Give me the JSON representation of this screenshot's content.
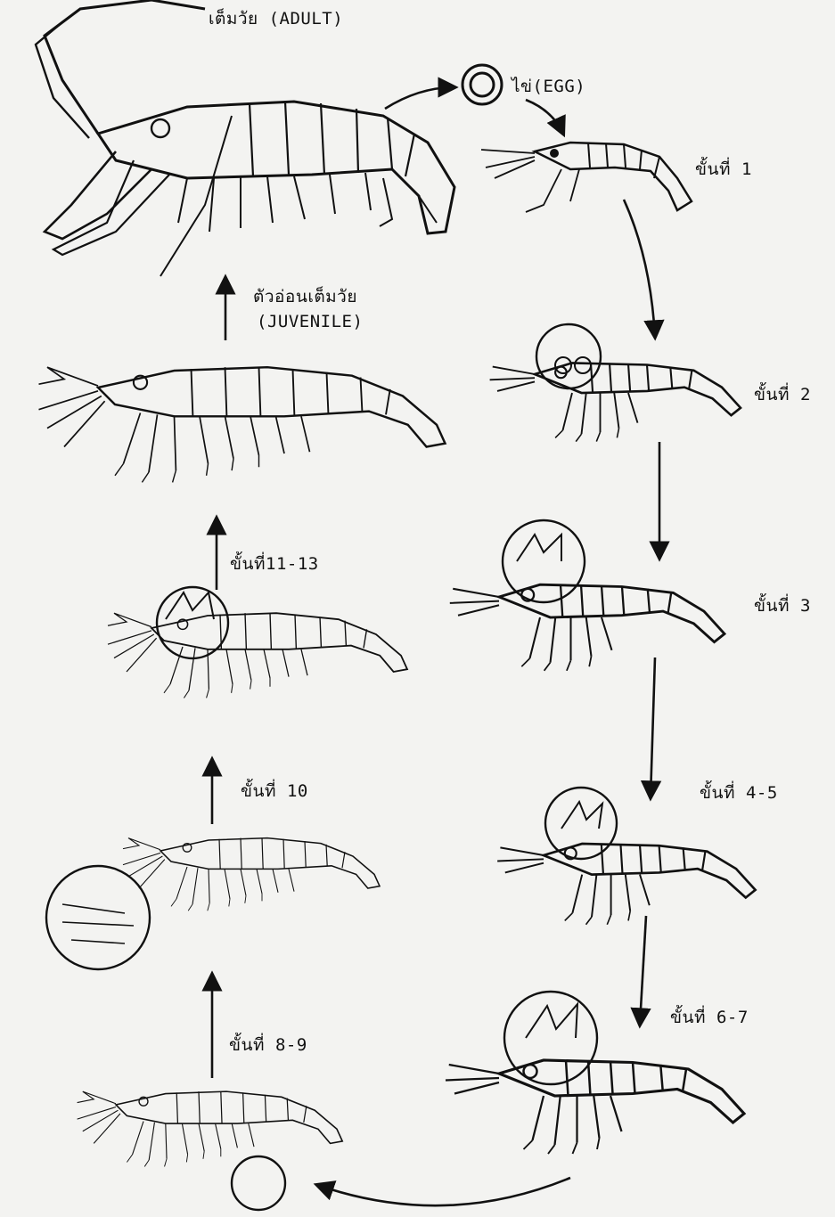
{
  "adult": {
    "label": "เต็มวัย (ADULT)"
  },
  "egg": {
    "label": "ไข่(EGG)"
  },
  "juvenile": {
    "label_th": "ตัวอ่อนเต็มวัย",
    "label_en": "(JUVENILE)"
  },
  "stages": [
    {
      "id": "stage-1",
      "label": "ขั้นที่ 1"
    },
    {
      "id": "stage-2",
      "label": "ขั้นที่ 2"
    },
    {
      "id": "stage-3",
      "label": "ขั้นที่ 3"
    },
    {
      "id": "stage-4-5",
      "label": "ขั้นที่ 4-5"
    },
    {
      "id": "stage-6-7",
      "label": "ขั้นที่ 6-7"
    },
    {
      "id": "stage-8-9",
      "label": "ขั้นที่ 8-9"
    },
    {
      "id": "stage-10",
      "label": "ขั้นที่ 10"
    },
    {
      "id": "stage-11-13",
      "label": "ขั้นที่11-13"
    }
  ],
  "colors": {
    "ink": "#111111",
    "paper": "#f3f3f1"
  }
}
